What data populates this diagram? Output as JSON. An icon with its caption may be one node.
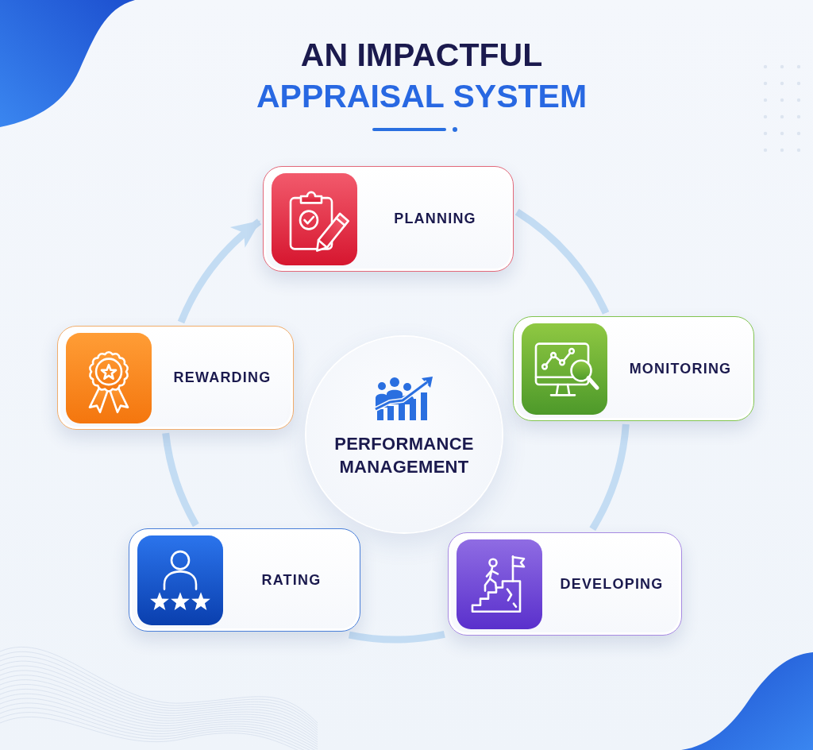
{
  "diagram": {
    "title": "AN IMPACTFUL APPRAISAL SYSTEM",
    "nodes": [
      {
        "text": [
          "PLANNING"
        ]
      },
      {
        "text": [
          "REWARDING"
        ]
      },
      {
        "text": [
          "PERFORMANCE MANAGEMENT"
        ]
      },
      {
        "text": [
          "MONITORING"
        ]
      },
      {
        "text": [
          "RATING"
        ]
      },
      {
        "text": [
          "DEVELOPING"
        ]
      }
    ],
    "edges": [
      {
        "from": 0,
        "to": 3,
        "arrow": "none"
      },
      {
        "from": 3,
        "to": 5,
        "arrow": "none"
      },
      {
        "from": 5,
        "to": 4,
        "arrow": "none"
      },
      {
        "from": 4,
        "to": 1,
        "arrow": "none"
      },
      {
        "from": 1,
        "to": 0,
        "arrow": "to"
      }
    ]
  }
}
